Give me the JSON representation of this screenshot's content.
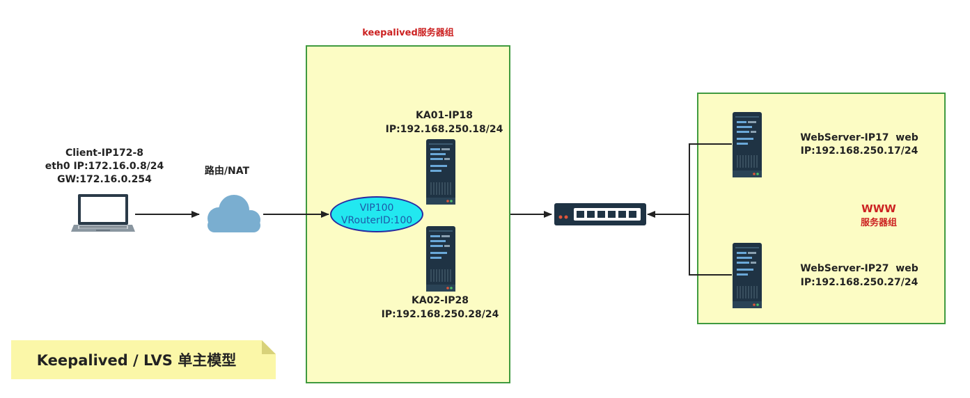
{
  "title": "Keepalived / LVS 单主模型",
  "keepalived_group": {
    "title": "keepalived服务器组",
    "ka01": {
      "name": "KA01-IP18",
      "ip": "IP:192.168.250.18/24"
    },
    "ka02": {
      "name": "KA02-IP28",
      "ip": "IP:192.168.250.28/24"
    },
    "vip": {
      "line1": "VIP100",
      "line2": "VRouterID:100"
    }
  },
  "client": {
    "name": "Client-IP172-8",
    "ip": "eth0 IP:172.16.0.8/24",
    "gw": "GW:172.16.0.254"
  },
  "router": {
    "label": "路由/NAT"
  },
  "www_group": {
    "title": "WWW",
    "subtitle": "服务器组",
    "web1": {
      "name": "WebServer-IP17  web",
      "ip": "IP:192.168.250.17/24"
    },
    "web2": {
      "name": "WebServer-IP27  web",
      "ip": "IP:192.168.250.27/24"
    }
  },
  "colors": {
    "group_fill": "#fcfcc4",
    "group_border": "#3f9a3f",
    "accent_red": "#cc2222",
    "vip_fill": "#22e8f0",
    "server_body": "#1f3344"
  }
}
